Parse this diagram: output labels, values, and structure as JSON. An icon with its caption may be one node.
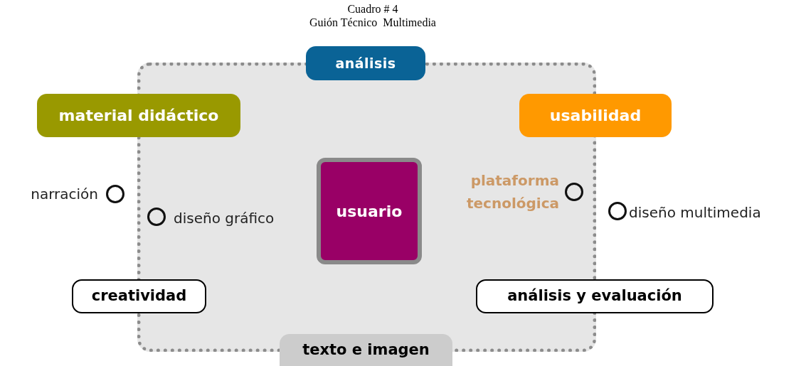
{
  "diagram": {
    "title": "Cuadro # 4",
    "caption": "Guión Técnico  Multimedia",
    "nodes": [
      {
        "text": [],
        "shape": "box"
      },
      {
        "text": [
          "análisis"
        ]
      },
      {
        "text": [
          "material didáctico"
        ]
      },
      {
        "text": [
          "usabilidad"
        ]
      },
      {
        "text": [
          "usuario"
        ],
        "in": 0
      },
      {
        "text": [
          "creatividad"
        ]
      },
      {
        "text": [
          "análisis y evaluación"
        ]
      },
      {
        "text": [
          "texto e imagen"
        ]
      }
    ],
    "labels": [
      "narración",
      "diseño gráfico",
      "plataforma tecnológica",
      "diseño multimedia"
    ]
  }
}
